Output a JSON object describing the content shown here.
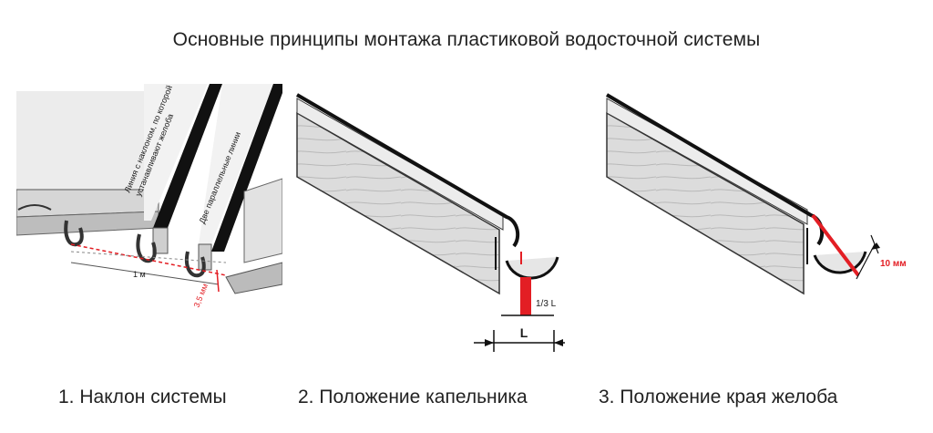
{
  "title": "Основные принципы монтажа пластиковой водосточной системы",
  "panels": [
    {
      "caption": "1. Наклон системы",
      "annotations": {
        "slope_line_1": "Линия с наклоном, по которой",
        "slope_line_2": "устанавливают желоба",
        "parallel_lines": "Две параллельные линии",
        "distance": "1 м",
        "drop": "3,5 мм"
      }
    },
    {
      "caption": "2. Положение капельника",
      "annotations": {
        "fraction": "1/3 L",
        "length": "L"
      }
    },
    {
      "caption": "3. Положение края желоба",
      "annotations": {
        "gap": "10 мм"
      }
    }
  ],
  "colors": {
    "accent": "#e31e24",
    "line": "#1a1a1a",
    "wood": "#dcdcdc",
    "roof": "#111111"
  }
}
